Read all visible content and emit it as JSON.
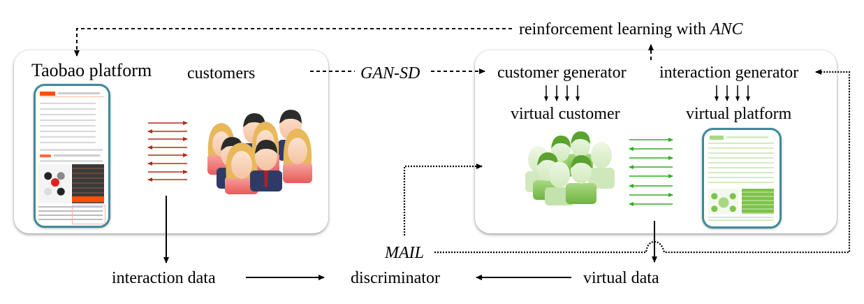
{
  "diagram": {
    "left_panel": {
      "title": "Taobao platform",
      "customers_label": "customers"
    },
    "right_panel": {
      "customer_generator": "customer generator",
      "interaction_generator": "interaction generator",
      "virtual_customer": "virtual customer",
      "virtual_platform": "virtual platform"
    },
    "top": {
      "rl_label_prefix": "reinforcement learning with ",
      "rl_label_emph": "ANC",
      "gan_label": "GAN-SD"
    },
    "bottom": {
      "interaction_data": "interaction data",
      "discriminator": "discriminator",
      "mail_label": "MAIL",
      "virtual_data": "virtual data"
    },
    "colors": {
      "real_arrows": "#b22a1a",
      "virtual_arrows": "#2fae1f",
      "phone_border": "#3f8a9a",
      "taobao_orange": "#ff5000",
      "virtual_green": "#7cc34a"
    }
  }
}
